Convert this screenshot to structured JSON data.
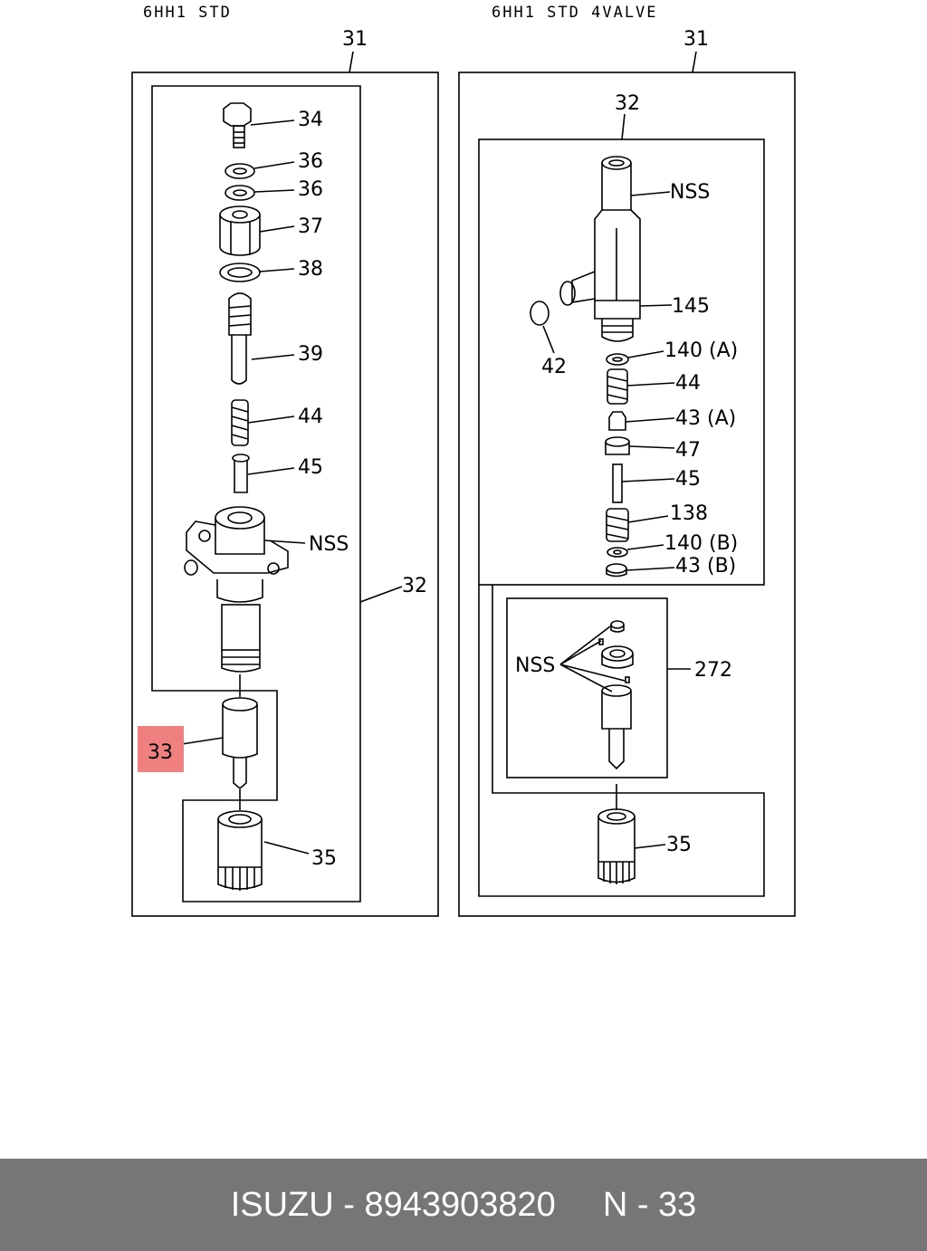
{
  "headers": {
    "left": "6HH1 STD",
    "right": "6HH1 STD 4VALVE"
  },
  "left_panel": {
    "callouts": {
      "c31": "31",
      "c32": "32",
      "c33": "33",
      "c34": "34",
      "c36a": "36",
      "c36b": "36",
      "c37": "37",
      "c38": "38",
      "c39": "39",
      "c44": "44",
      "c45": "45",
      "cnss": "NSS",
      "c35": "35"
    }
  },
  "right_panel": {
    "callouts": {
      "c31": "31",
      "c32": "32",
      "cnss_top": "NSS",
      "c145": "145",
      "c42": "42",
      "c140a": "140 (A)",
      "c44": "44",
      "c43a": "43 (A)",
      "c47": "47",
      "c45": "45",
      "c138": "138",
      "c140b": "140 (B)",
      "c43b": "43 (B)",
      "cnss_kit": "NSS",
      "c272": "272",
      "c35": "35"
    }
  },
  "highlight": {
    "part": "33",
    "color": "#f08080"
  },
  "footer": {
    "brand_part": "ISUZU - 8943903820",
    "ref": "N - 33"
  }
}
